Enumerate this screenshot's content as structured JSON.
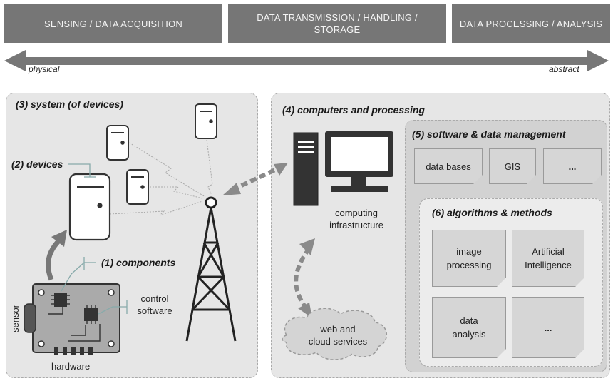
{
  "stages": [
    {
      "label": "SENSING / DATA ACQUISITION"
    },
    {
      "label_line1": "DATA TRANSMISSION / HANDLING /",
      "label_line2": "STORAGE"
    },
    {
      "label": "DATA PROCESSING / ANALYSIS"
    }
  ],
  "axis": {
    "left": "physical",
    "right": "abstract"
  },
  "system_panel": {
    "title": "(3) system (of devices)"
  },
  "devices_label": "(2) devices",
  "components_label": "(1) components",
  "control_software": {
    "line1": "control",
    "line2": "software"
  },
  "sensor_label": "sensor",
  "hardware_label": "hardware",
  "computers_panel": {
    "title": "(4) computers and processing"
  },
  "computing_infrastructure": {
    "line1": "computing",
    "line2": "infrastructure"
  },
  "cloud": {
    "line1": "web and",
    "line2": "cloud services"
  },
  "software_panel": {
    "title": "(5) software & data management",
    "items": [
      "data bases",
      "GIS",
      "..."
    ]
  },
  "algorithms_panel": {
    "title": "(6) algorithms & methods",
    "items": [
      {
        "line1": "image",
        "line2": "processing"
      },
      {
        "line1": "Artificial",
        "line2": "Intelligence"
      },
      {
        "line1": "data",
        "line2": "analysis"
      },
      {
        "line1": "...",
        "line2": ""
      }
    ]
  }
}
